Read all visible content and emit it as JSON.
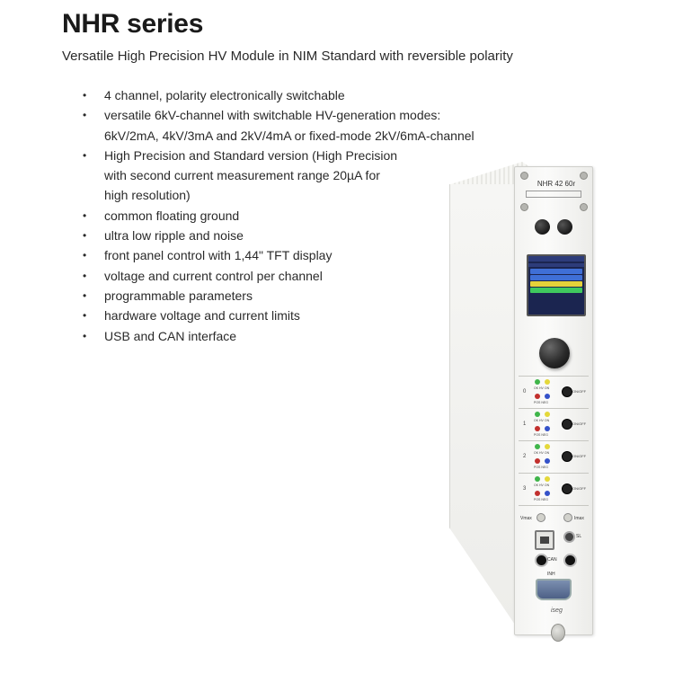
{
  "document": {
    "title": "NHR series",
    "subtitle": "Versatile High Precision HV Module in NIM Standard with reversible polarity",
    "bullet_symbol": "•",
    "features": [
      "4 channel, polarity electronically switchable",
      "versatile 6kV-channel with switchable HV-generation modes:",
      "6kV/2mA, 4kV/3mA and 2kV/4mA or fixed-mode 2kV/6mA-channel",
      "High Precision and Standard version (High Precision",
      "with second current measurement range 20µA for",
      "high resolution)",
      "common floating ground",
      "ultra low ripple and noise",
      "front panel control with 1,44\" TFT display",
      "voltage and current control per channel",
      "programmable parameters",
      "hardware voltage and current limits",
      "USB and CAN interface"
    ],
    "bullet_visible": [
      true,
      true,
      false,
      true,
      false,
      false,
      true,
      true,
      true,
      true,
      true,
      true,
      true
    ]
  },
  "module": {
    "model": "NHR 42 60r",
    "channels": [
      "0",
      "1",
      "2",
      "3"
    ],
    "onoff_label": "ON/OFF",
    "led_top_label": "OK HV ON",
    "led_bottom_label": "POS NEG",
    "vmax_label": "Vmax",
    "imax_label": "Imax",
    "sl_label": "SL",
    "can_label": "CAN",
    "inh_label": "INH",
    "logo": "iseg",
    "colors": {
      "display_bg": "#1b2550",
      "row_colors": [
        "#3f6fd6",
        "#3f6fd6",
        "#e5d23a",
        "#3fc95e"
      ],
      "led_green": "#3fb54a",
      "led_yellow": "#e4d83a",
      "led_red": "#c2302e",
      "led_blue": "#3552c9"
    }
  }
}
